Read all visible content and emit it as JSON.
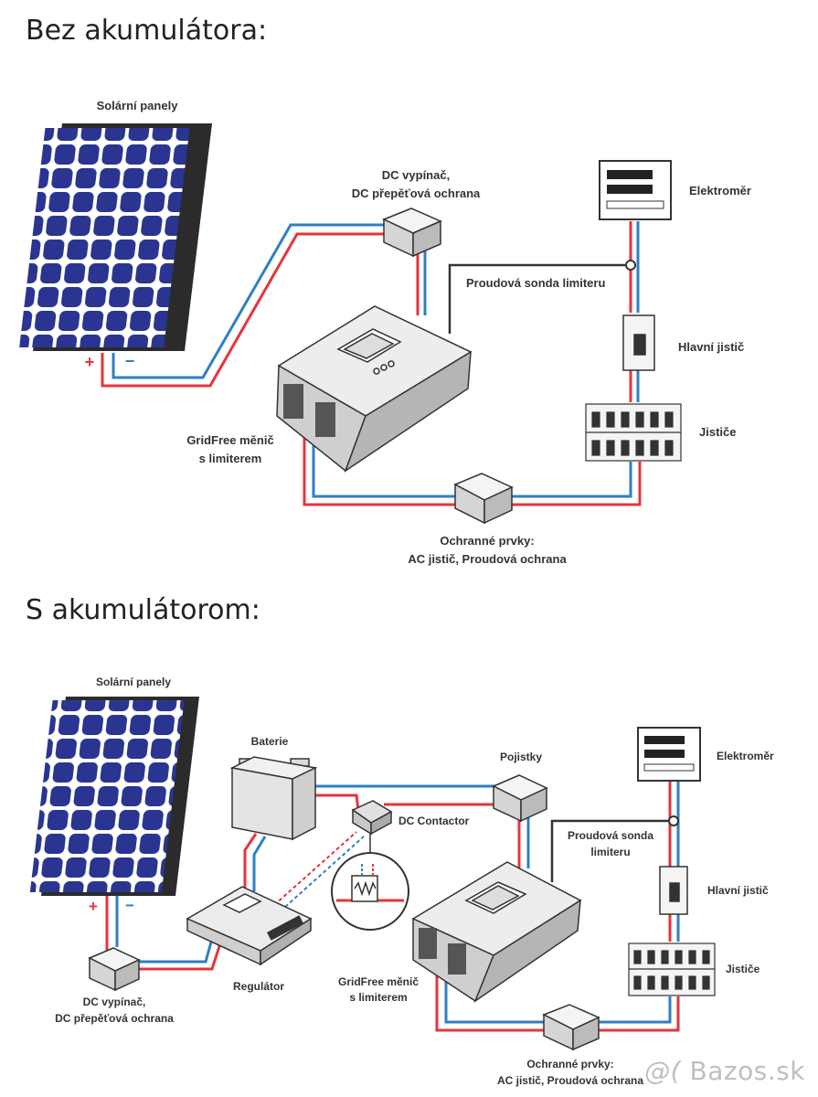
{
  "colors": {
    "positive_wire": "#e5343c",
    "negative_wire": "#2f7fc3",
    "signal_wire": "#333333",
    "panel_cell": "#2a3591",
    "panel_frame": "#2b2b2b"
  },
  "section_without_battery": {
    "heading": "Bez akumulátora:",
    "labels": {
      "solar_panels": "Solární panely",
      "plus": "+",
      "minus": "−",
      "dc_switch_line1": "DC vypínač,",
      "dc_switch_line2": "DC přepěťová ochrana",
      "meter": "Elektroměr",
      "current_probe": "Proudová sonda limiteru",
      "main_breaker": "Hlavní jistič",
      "breakers": "Jističe",
      "inverter_line1": "GridFree měnič",
      "inverter_line2": "s limiterem",
      "protection_line1": "Ochranné prvky:",
      "protection_line2": "AC jistič, Proudová ochrana"
    }
  },
  "section_with_battery": {
    "heading": "S akumulátorom:",
    "labels": {
      "solar_panels": "Solární panely",
      "plus": "+",
      "minus": "−",
      "battery": "Baterie",
      "fuses": "Pojistky",
      "meter": "Elektroměr",
      "dc_contactor": "DC Contactor",
      "current_probe_line1": "Proudová sonda",
      "current_probe_line2": "limiteru",
      "main_breaker": "Hlavní jistič",
      "breakers": "Jističe",
      "inverter_line1": "GridFree měnič",
      "inverter_line2": "s limiterem",
      "regulator": "Regulátor",
      "dc_switch_line1": "DC vypínač,",
      "dc_switch_line2": "DC přepěťová ochrana",
      "protection_line1": "Ochranné prvky:",
      "protection_line2": "AC jistič, Proudová ochrana"
    }
  },
  "watermark": {
    "at_symbol": "@(",
    "text": "Bazos.sk"
  }
}
